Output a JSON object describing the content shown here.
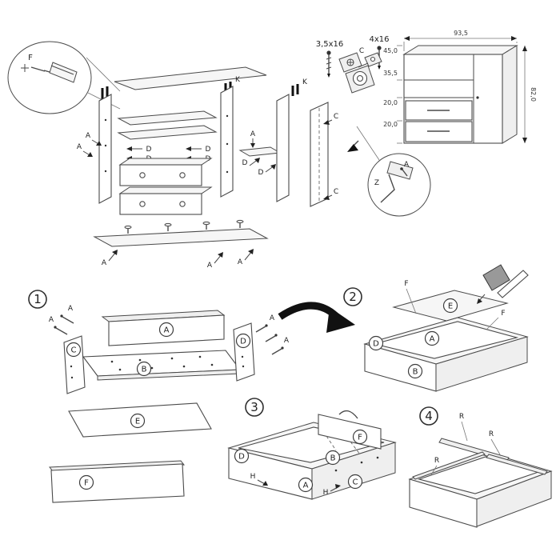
{
  "doc": {
    "type": "furniture-assembly-instructions"
  },
  "labels": {
    "A": "A",
    "B": "B",
    "C": "C",
    "D": "D",
    "E": "E",
    "F": "F",
    "H": "H",
    "K": "K",
    "R": "R",
    "Z": "Z"
  },
  "steps": {
    "one": "1",
    "two": "2",
    "three": "3",
    "four": "4"
  },
  "hardware": {
    "screw_small": "3,5x16",
    "screw_large": "4x16"
  },
  "dimensions": {
    "width": "93,5",
    "height": "82,0",
    "seg1": "45,0",
    "seg2": "35,5",
    "seg3": "20,0",
    "seg4": "20,0"
  }
}
